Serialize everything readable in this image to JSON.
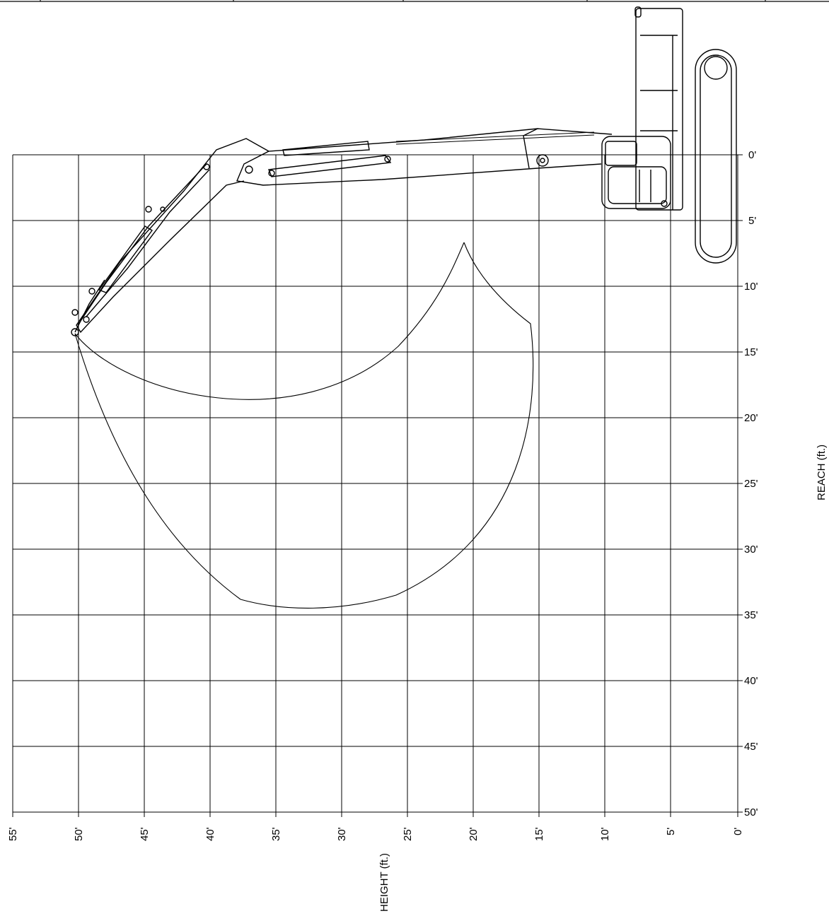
{
  "diagram": {
    "x_axis_title": "HEIGHT (ft.)",
    "y_axis_title": "REACH (ft.)",
    "x_ticks": [
      "55'",
      "50'",
      "45'",
      "40'",
      "35'",
      "30'",
      "25'",
      "20'",
      "15'",
      "10'",
      "5'",
      "0'"
    ],
    "y_ticks": [
      "0'",
      "5'",
      "10'",
      "15'",
      "20'",
      "25'",
      "30'",
      "35'",
      "40'",
      "45'",
      "50'"
    ],
    "line_color": "#000000",
    "background_color": "#ffffff"
  }
}
